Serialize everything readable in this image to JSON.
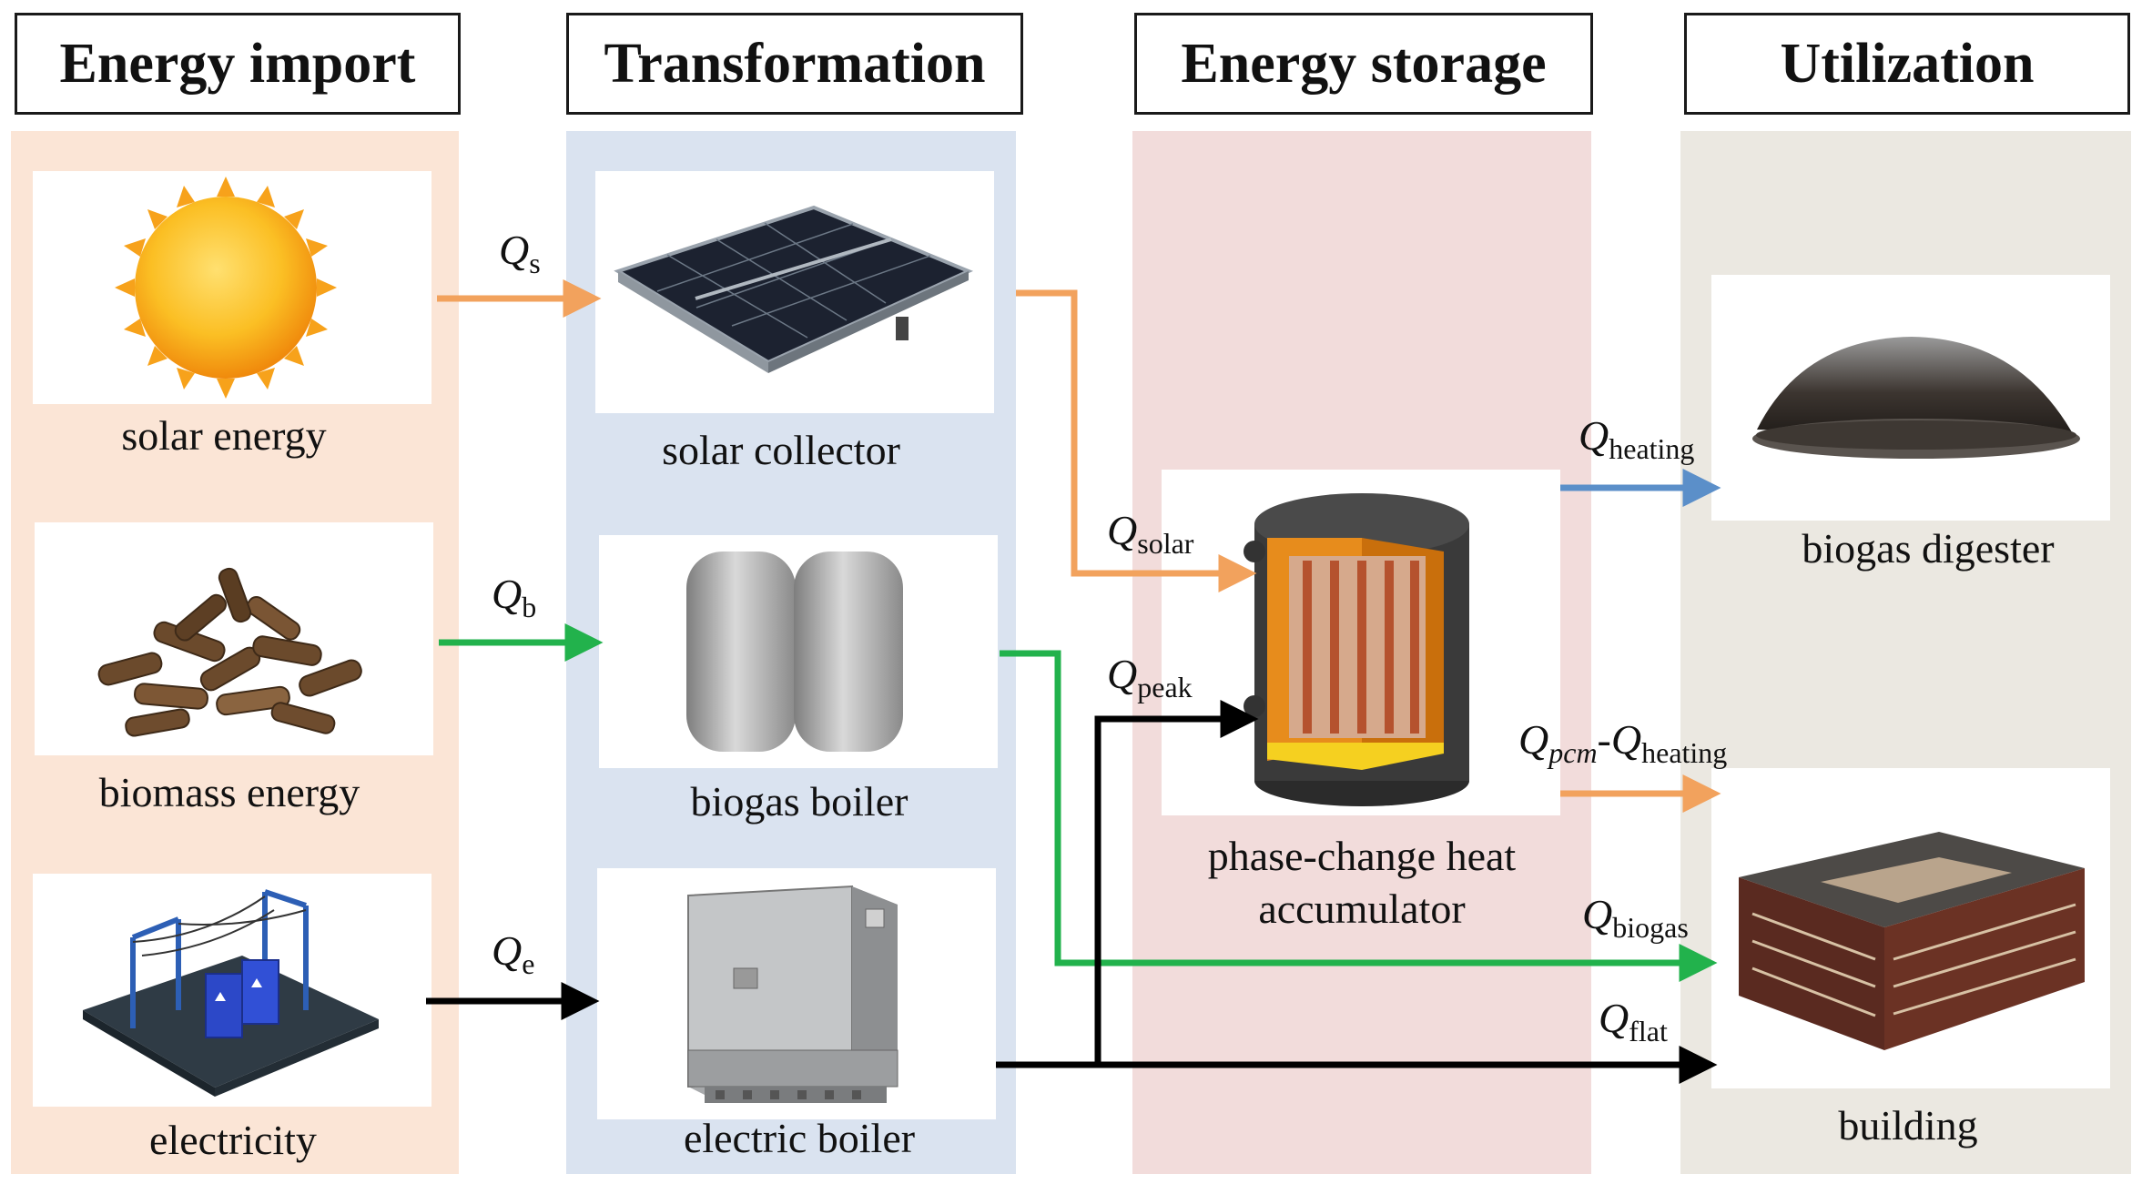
{
  "headers": {
    "import": "Energy import",
    "transformation": "Transformation",
    "storage": "Energy storage",
    "utilization": "Utilization"
  },
  "components": {
    "solar_energy": "solar energy",
    "biomass_energy": "biomass energy",
    "electricity": "electricity",
    "solar_collector": "solar collector",
    "biogas_boiler": "biogas boiler",
    "electric_boiler": "electric boiler",
    "accumulator_line1": "phase-change heat",
    "accumulator_line2": "accumulator",
    "biogas_digester": "biogas digester",
    "building": "building"
  },
  "flows": {
    "qs": {
      "symbol": "Q",
      "sub": "s"
    },
    "qb": {
      "symbol": "Q",
      "sub": "b"
    },
    "qe": {
      "symbol": "Q",
      "sub": "e"
    },
    "qsolar": {
      "symbol": "Q",
      "sub": "solar"
    },
    "qpeak": {
      "symbol": "Q",
      "sub": "peak"
    },
    "qheating": {
      "symbol": "Q",
      "sub": "heating"
    },
    "qpcm": {
      "symbol": "Q",
      "sub": "pcm",
      "sep": "-",
      "symbol2": "Q",
      "sub2": "heating"
    },
    "qbiogas": {
      "symbol": "Q",
      "sub": "biogas"
    },
    "qflat": {
      "symbol": "Q",
      "sub": "flat"
    }
  },
  "colors": {
    "import_bg": "#fbe5d6",
    "transformation_bg": "#dae3f0",
    "storage_bg": "#f2dcdb",
    "utilization_bg": "#ebe8e1",
    "orange_flow": "#f2a25d",
    "green_flow": "#22b24c",
    "black_flow": "#000000",
    "blue_flow": "#5b8fc9"
  },
  "icons": [
    "sun-icon",
    "biomass-pellets-icon",
    "substation-icon",
    "solar-panel-icon",
    "biogas-tanks-icon",
    "electric-boiler-icon",
    "heat-accumulator-icon",
    "digester-dome-icon",
    "building-icon"
  ]
}
